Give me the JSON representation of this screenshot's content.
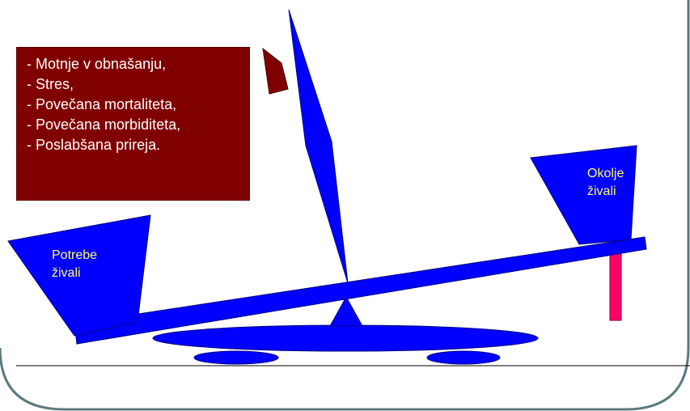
{
  "colors": {
    "blue": "#0000ff",
    "dark_red": "#800000",
    "pink": "#ff0066",
    "label_yellow": "#ffff66",
    "frame_gray": "#5b7a7e"
  },
  "effects_list": [
    "- Motnje v obnašanju,",
    "- Stres,",
    "- Povečana mortaliteta,",
    "- Povečana morbiditeta,",
    "- Poslabšana prireja."
  ],
  "left_pan": {
    "line1": "Potrebe",
    "line2": "živali"
  },
  "right_pan": {
    "line1": "Okolje",
    "line2": "živali"
  }
}
